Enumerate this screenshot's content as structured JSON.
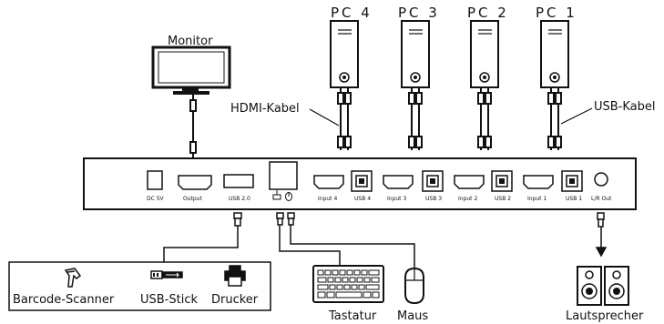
{
  "pcs": [
    {
      "label": "PC 4"
    },
    {
      "label": "PC 3"
    },
    {
      "label": "PC 2"
    },
    {
      "label": "PC 1"
    }
  ],
  "labels": {
    "monitor": "Monitor",
    "hdmi_cable": "HDMI-Kabel",
    "usb_cable": "USB-Kabel",
    "barcode_scanner": "Barcode-Scanner",
    "usb_stick": "USB-Stick",
    "printer": "Drucker",
    "keyboard": "Tastatur",
    "mouse": "Maus",
    "speakers": "Lautsprecher"
  },
  "ports": {
    "dc": "DC 5V",
    "output": "Output",
    "usb20": "USB 2.0",
    "input4": "Input 4",
    "usb4": "USB 4",
    "input3": "Input 3",
    "usb3": "USB 3",
    "input2": "Input 2",
    "usb2": "USB 2",
    "input1": "Input 1",
    "usb1": "USB 1",
    "lr_out": "L/R Out"
  },
  "icons": [
    "monitor-icon",
    "pc-tower-icon",
    "barcode-scanner-icon",
    "usb-stick-icon",
    "printer-icon",
    "keyboard-icon",
    "mouse-icon",
    "speaker-icon"
  ]
}
